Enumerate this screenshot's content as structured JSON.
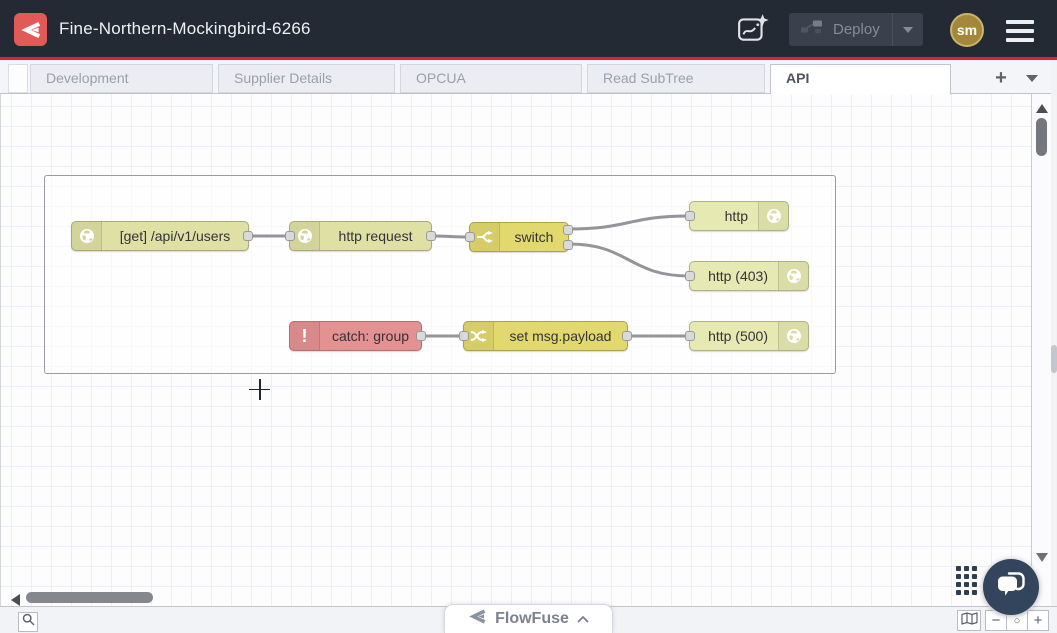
{
  "header": {
    "title": "Fine-Northern-Mockingbird-6266",
    "deploy_label": "Deploy",
    "avatar_initials": "sm",
    "background_color": "#232a34",
    "accent_line_color": "#dc2132",
    "logo_color": "#e25a57"
  },
  "tabs": {
    "items": [
      {
        "label": "Development",
        "active": false
      },
      {
        "label": "Supplier Details",
        "active": false
      },
      {
        "label": "OPCUA",
        "active": false
      },
      {
        "label": "Read SubTree",
        "active": false
      },
      {
        "label": "API",
        "active": true
      }
    ],
    "add_label": "+"
  },
  "flow": {
    "nodes": [
      {
        "type": "http in",
        "label": "[get] /api/v1/users",
        "color": "#dfe0a4",
        "icon": "globe-icon"
      },
      {
        "type": "http request",
        "label": "http request",
        "color": "#dfe0a4",
        "icon": "globe-icon"
      },
      {
        "type": "switch",
        "label": "switch",
        "color": "#e2d96e",
        "icon": "fork-icon",
        "outputs": 2
      },
      {
        "type": "http response",
        "label": "http",
        "color": "#e7e9b2",
        "icon": "globe-icon"
      },
      {
        "type": "http response",
        "label": "http (403)",
        "color": "#e7e9b2",
        "icon": "globe-icon"
      },
      {
        "type": "catch",
        "label": "catch: group",
        "color": "#e49191",
        "icon": "exclamation-icon"
      },
      {
        "type": "change",
        "label": "set msg.payload",
        "color": "#e2d96e",
        "icon": "shuffle-icon"
      },
      {
        "type": "http response",
        "label": "http (500)",
        "color": "#e7e9b2",
        "icon": "globe-icon"
      }
    ],
    "wire_color": "#949499",
    "group_border_color": "#9b9ba3"
  },
  "icons": {
    "exclamation": "!"
  },
  "footer_controls": {
    "zoom_out": "−",
    "zoom_reset": "○",
    "zoom_in": "+"
  },
  "banner": {
    "label": "FlowFuse"
  },
  "chat": {
    "color": "#32455c"
  }
}
